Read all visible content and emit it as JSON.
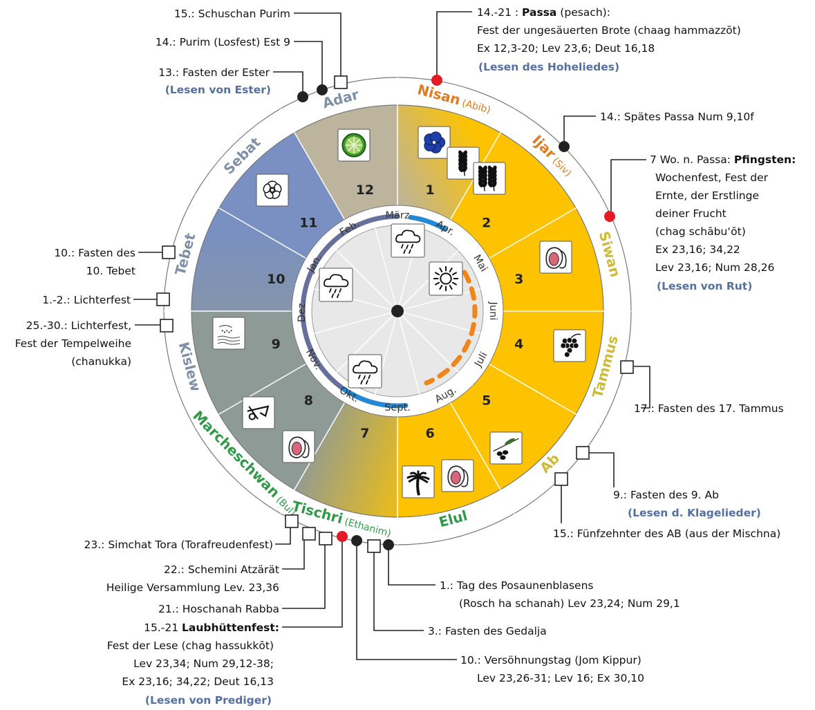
{
  "months": [
    {
      "name": "Nisan",
      "alt": "(Abib)",
      "num": "1",
      "name_color": "#e07b20"
    },
    {
      "name": "Ijar",
      "alt": "(Siv)",
      "num": "2",
      "name_color": "#e07b20"
    },
    {
      "name": "Siwan",
      "alt": "",
      "num": "3",
      "name_color": "#cdbb3a"
    },
    {
      "name": "Tammus",
      "alt": "",
      "num": "4",
      "name_color": "#cdbb3a"
    },
    {
      "name": "Ab",
      "alt": "",
      "num": "5",
      "name_color": "#cdbb3a"
    },
    {
      "name": "Elul",
      "alt": "",
      "num": "6",
      "name_color": "#2e9a48"
    },
    {
      "name": "Tischri",
      "alt": "(Ethanim)",
      "num": "7",
      "name_color": "#2e9a48"
    },
    {
      "name": "Marcheschwan",
      "alt": "(Bul)",
      "num": "8",
      "name_color": "#2e9a48"
    },
    {
      "name": "Kislew",
      "alt": "",
      "num": "9",
      "name_color": "#7e90a8"
    },
    {
      "name": "Tebet",
      "alt": "",
      "num": "10",
      "name_color": "#7e90a8"
    },
    {
      "name": "Sebat",
      "alt": "",
      "num": "11",
      "name_color": "#7e90a8"
    },
    {
      "name": "Adar",
      "alt": "",
      "num": "12",
      "name_color": "#7e90a8"
    }
  ],
  "gregorian": [
    "März",
    "Apr.",
    "Mai",
    "Juni",
    "Juli",
    "Aug.",
    "Sept.",
    "Okt.",
    "Nov.",
    "Dez.",
    "Jan.",
    "Feb."
  ],
  "colors": {
    "spring_summer": "#fdc300",
    "winter_blue": "#7a8fc2",
    "winter_grey": "#8e9a96",
    "adar_taupe": "#bcb49c",
    "rain_line": "#67709a",
    "rain_blue": "#2389d5",
    "dry_orange": "#f0861a",
    "red_dot": "#e51a23",
    "black_dot": "#222222",
    "inner_grey": "#e8e8e8"
  },
  "icons": [
    {
      "name": "lime-icon",
      "month": "Adar"
    },
    {
      "name": "flax-flower-icon",
      "month": "Nisan"
    },
    {
      "name": "barley-icon",
      "month": "Nisan"
    },
    {
      "name": "wheat-icon",
      "month": "Ijar"
    },
    {
      "name": "fig-icon",
      "month": "Siwan"
    },
    {
      "name": "grapes-icon",
      "month": "Tammus"
    },
    {
      "name": "olive-icon",
      "month": "Ab"
    },
    {
      "name": "fig-icon",
      "month": "Elul"
    },
    {
      "name": "date-palm-icon",
      "month": "Elul"
    },
    {
      "name": "plough-icon",
      "month": "Marcheschwan"
    },
    {
      "name": "fig-icon",
      "month": "Marcheschwan"
    },
    {
      "name": "sowing-icon",
      "month": "Kislew"
    },
    {
      "name": "almond-blossom-icon",
      "month": "Sebat"
    },
    {
      "name": "rain-icon",
      "month": "März"
    },
    {
      "name": "sun-icon",
      "month": "Mai"
    },
    {
      "name": "rain-icon",
      "month": "Jan."
    },
    {
      "name": "rain-icon",
      "month": "Okt."
    }
  ],
  "annotations": {
    "schuschan": "15.: Schuschan Purim",
    "purim": "14.: Purim (Losfest) Est 9",
    "ester_fast": "13.: Fasten der Ester",
    "ester_read": "(Lesen von Ester)",
    "passa_1": "14.-21 : ",
    "passa_1b": "Passa",
    "passa_1c": " (pesach):",
    "passa_2": "Fest der ungesäuerten Brote (chaag hammazzōt)",
    "passa_3": "Ex 12,3-20; Lev 23,6; Deut 16,18",
    "passa_read": "(Lesen des Hoheliedes)",
    "spaetes_passa": "14.: Spätes Passa Num 9,10f",
    "pf_1a": "7 Wo. n. Passa: ",
    "pf_1b": "Pfingsten:",
    "pf_2": "Wochenfest, Fest der",
    "pf_3": "Ernte, der Erstlinge",
    "pf_4": "deiner Frucht",
    "pf_5": "(chag schābu‘ōt)",
    "pf_6": "Ex 23,16; 34,22",
    "pf_7": "Lev 23,16; Num 28,26",
    "pf_read": "(Lesen von Rut)",
    "tebet_1": "10.: Fasten des",
    "tebet_2": "10. Tebet",
    "licht_1": "1.-2.: Lichterfest",
    "chan_1": "25.-30.: Lichterfest,",
    "chan_2": "Fest der Tempelweihe",
    "chan_3": "(chanukka)",
    "tammus": "17.: Fasten des 17. Tammus",
    "ab_1": "9.: Fasten des 9. Ab",
    "ab_read": "(Lesen d. Klagelieder)",
    "ab_2": "15.: Fünfzehnter des AB (aus der Mischna)",
    "simchat": "23.: Simchat Tora (Torafreudenfest)",
    "schemini_1": "22.: Schemini Atzärät",
    "schemini_2": "Heilige Versammlung Lev. 23,36",
    "hoschanah": "21.: Hoschanah Rabba",
    "laub_1a": "15.-21 ",
    "laub_1b": "Laubhüttenfest:",
    "laub_2": "Fest der Lese (chag hassukkōt)",
    "laub_3": "Lev 23,34; Num 29,12-38;",
    "laub_4": "Ex 23,16; 34,22; Deut 16,13",
    "laub_read": "(Lesen von Prediger)",
    "posaunen_1": "1.: Tag des Posaunenblasens",
    "posaunen_2": "(Rosch ha schanah) Lev 23,24; Num 29,1",
    "gedalja": "3.: Fasten des Gedalja",
    "kippur_1": "10.: Versöhnungstag (Jom Kippur)",
    "kippur_2": "Lev 23,26-31; Lev 16;  Ex 30,10"
  }
}
